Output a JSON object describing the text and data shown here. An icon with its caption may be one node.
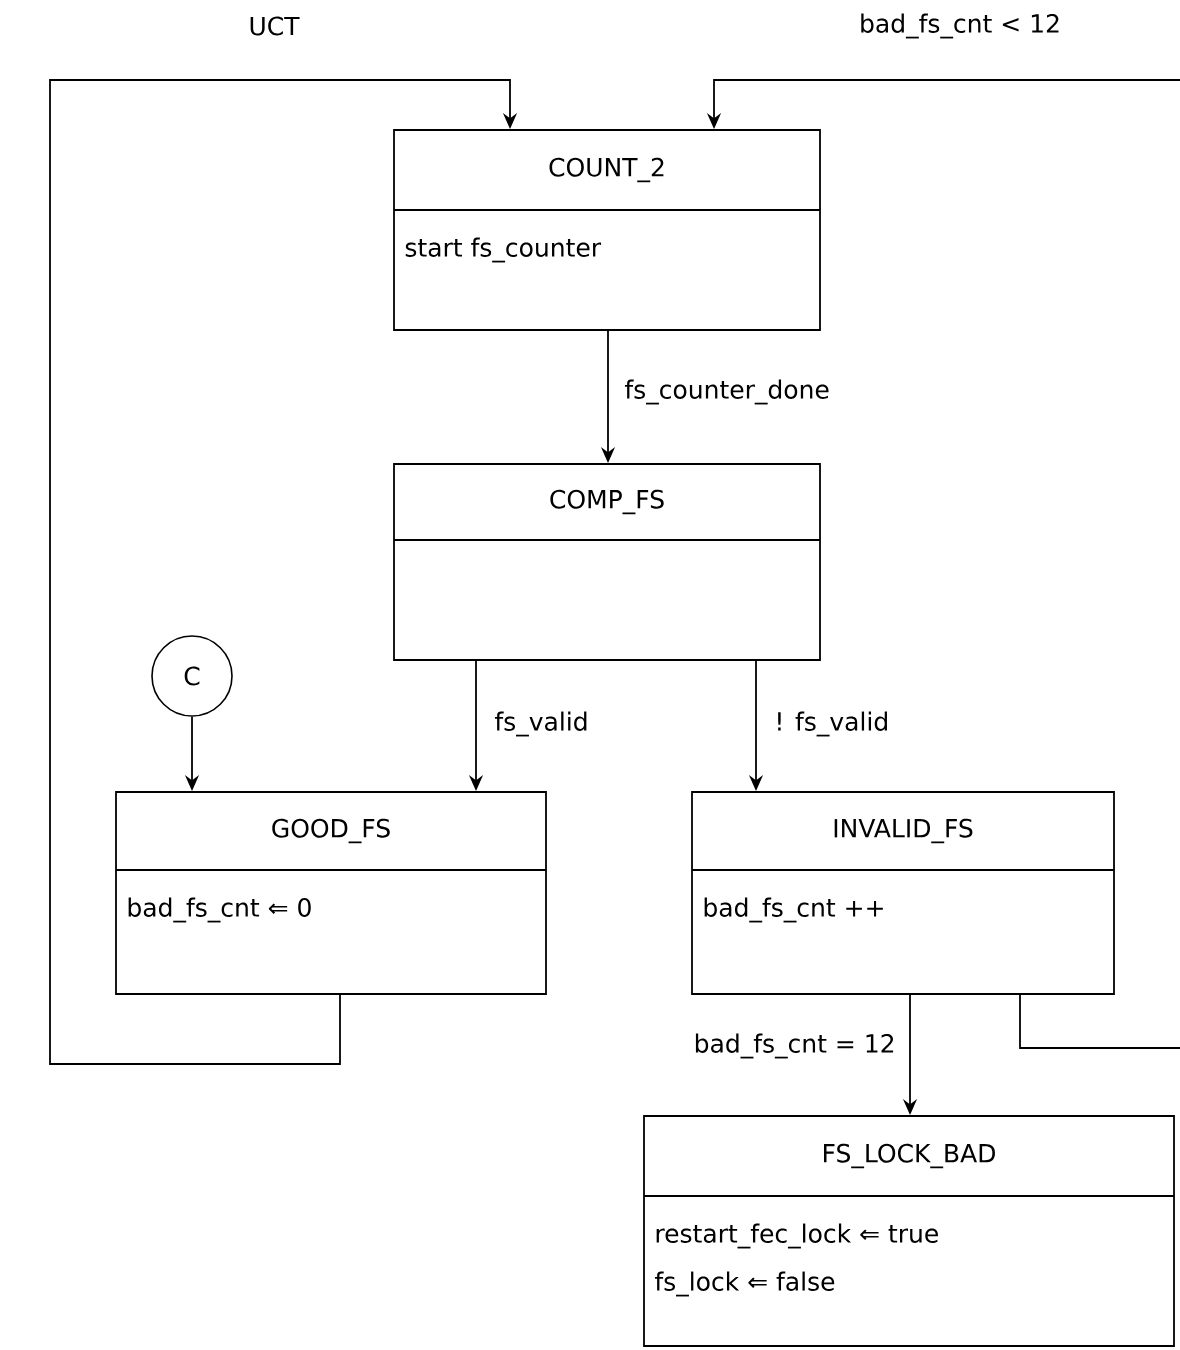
{
  "diagram": {
    "nodes": [
      {
        "text": [
          "COUNT_2",
          "start fs_counter"
        ]
      },
      {
        "text": [
          "COMP_FS"
        ]
      },
      {
        "text": [
          "C"
        ]
      },
      {
        "text": [
          "GOOD_FS",
          "bad_fs_cnt ⇐ 0"
        ]
      },
      {
        "text": [
          "INVALID_FS",
          "bad_fs_cnt ++"
        ]
      },
      {
        "text": [
          "FS_LOCK_BAD",
          "restart_fec_lock ⇐ true",
          "fs_lock ⇐ false"
        ]
      }
    ],
    "edges": [
      {
        "from": 0,
        "to": 1,
        "arrow": "to",
        "label": "fs_counter_done"
      },
      {
        "from": 1,
        "to": 3,
        "arrow": "to",
        "label": "fs_valid"
      },
      {
        "from": 1,
        "to": 4,
        "arrow": "to",
        "label": "! fs_valid"
      },
      {
        "from": 2,
        "to": 3,
        "arrow": "to"
      },
      {
        "from": 3,
        "to": 0,
        "arrow": "to",
        "label": "UCT"
      },
      {
        "from": 4,
        "to": 0,
        "arrow": "to",
        "label": "bad_fs_cnt < 12"
      },
      {
        "from": 4,
        "to": 5,
        "arrow": "to",
        "label": "bad_fs_cnt = 12"
      }
    ]
  }
}
